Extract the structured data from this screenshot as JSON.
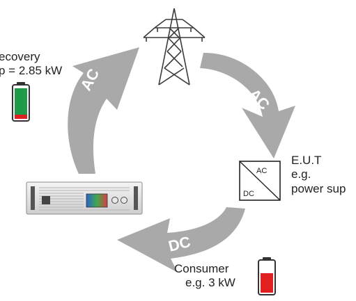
{
  "flow_arrows": {
    "top_left": "AC",
    "top_right": "AC",
    "bottom": "DC"
  },
  "recovery": {
    "line1": "ecovery",
    "line2": "p = 2.85 kW"
  },
  "eut": {
    "line1": "E.U.T",
    "line2": "e.g.",
    "line3": "power sup",
    "box_top": "AC",
    "box_bottom": "DC"
  },
  "consumer": {
    "line1": "Consumer",
    "line2": "e.g. 3 kW"
  },
  "colors": {
    "arrow": "#a9a9a9",
    "arrow_text": "#ffffff",
    "battery_green": "#1f9a4a",
    "battery_red": "#e02020",
    "text": "#222222"
  },
  "icons": [
    "transmission-tower-icon",
    "battery-charged-icon",
    "battery-low-icon",
    "ac-dc-converter-icon",
    "electronic-load-device-icon"
  ]
}
